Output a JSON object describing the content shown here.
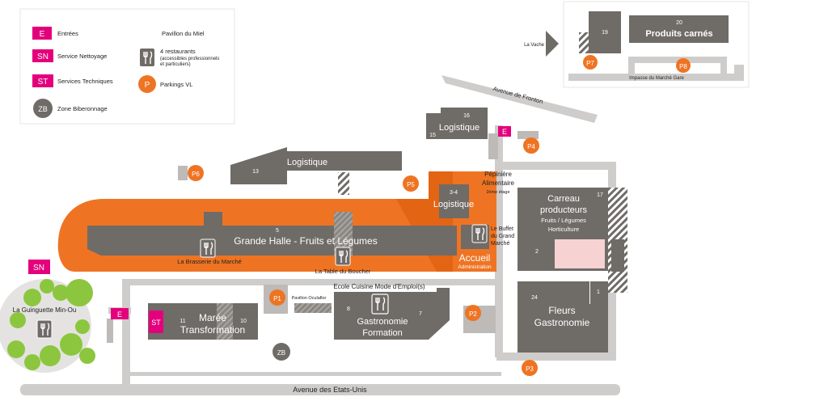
{
  "colors": {
    "building": "#6f6b67",
    "road": "#cfcdcb",
    "orange": "#ee7423",
    "magenta": "#e4007c",
    "green": "#8cc63f"
  },
  "legend": {
    "entrees": {
      "badge": "E",
      "label": "Entrées"
    },
    "nettoyage": {
      "badge": "SN",
      "label": "Service Nettoyage"
    },
    "techniques": {
      "badge": "ST",
      "label": "Services Techniques"
    },
    "biberonnage": {
      "badge": "ZB",
      "label": "Zone Biberonnage"
    },
    "pavillon": "Pavillon du Miel",
    "restaurants": {
      "title": "4 restaurants",
      "line2": "(accessibles professionnels",
      "line3": "et particuliers)"
    },
    "parkings": {
      "badge": "P",
      "label": "Parkings VL"
    }
  },
  "inset": {
    "building_20": "20",
    "produits_carnes": "Produits carnés",
    "building_19": "19",
    "la_vache": "La Vache",
    "p7": "P7",
    "p8": "P8",
    "impasse": "Impasse du Marché Gare"
  },
  "roads": {
    "avenue_fronton": "Avenue de Fronton",
    "avenue_etats_unis": "Avenue des Etats-Unis"
  },
  "buildings": {
    "logistique_13": {
      "num": "13",
      "label": "Logistique"
    },
    "logistique_15_16": {
      "num_a": "16",
      "num_b": "15",
      "label": "Logistique"
    },
    "logistique_34": {
      "num": "3-4",
      "label": "Logistique"
    },
    "pepiniere": {
      "line1": "Pépinière",
      "line2": "Alimentaire",
      "line3": "2ème étage"
    },
    "grande_halle": {
      "num": "5",
      "label": "Grande Halle - Fruits et Légumes"
    },
    "brasserie": "La Brasserie du Marché",
    "table_boucher": "La Table du Boucher",
    "buffet": {
      "line1": "Le Buffet",
      "line2": "du Grand",
      "line3": "Marché"
    },
    "accueil": {
      "title": "Accueil",
      "sub": "Administration"
    },
    "carreau": {
      "num": "17",
      "num2": "2",
      "line1": "Carreau",
      "line2": "producteurs",
      "line3": "Fruits / Légumes",
      "line4": "Horticulture"
    },
    "fleurs": {
      "num": "24",
      "num2": "1",
      "line1": "Fleurs",
      "line2": "Gastronomie"
    },
    "ecole": "Ecole Cuisine Mode d'Emploi(s)",
    "gastronomie": {
      "num_a": "8",
      "num_b": "7",
      "line1": "Gastronomie",
      "line2": "Formation"
    },
    "maree": {
      "num_a": "11",
      "num_b": "10",
      "line1": "Marée",
      "line2": "Transformation"
    },
    "pavillon_oculaflor": "Pavillon Oculaflor",
    "guinguette": "La Guinguette Min-Ou"
  },
  "markers": {
    "p1": "P1",
    "p2": "P2",
    "p3": "P3",
    "p4": "P4",
    "p5": "P5",
    "p6": "P6",
    "entree": "E",
    "st": "ST",
    "sn": "SN",
    "zb": "ZB"
  }
}
